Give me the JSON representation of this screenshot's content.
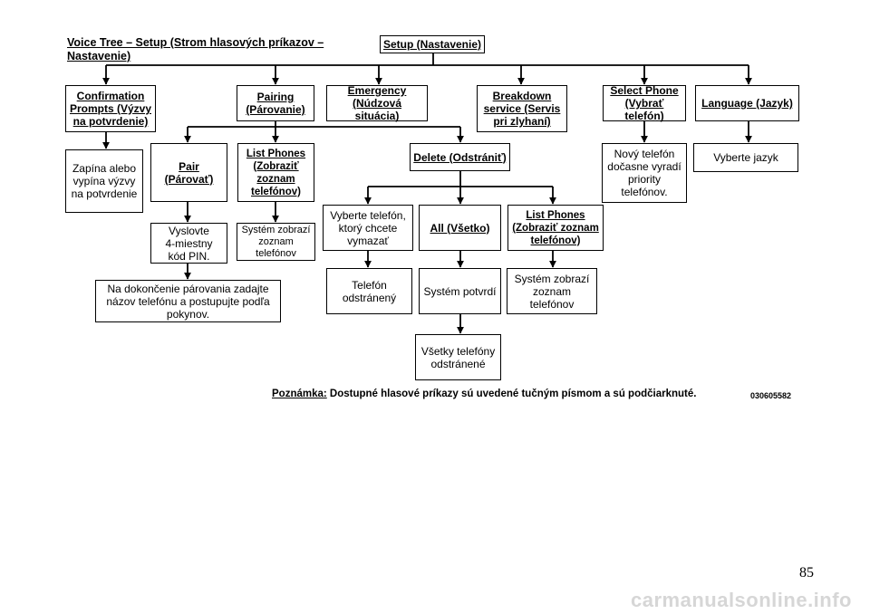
{
  "title": "Voice Tree – Setup (Strom hlasových príkazov –\nNastavenie)",
  "nodes": {
    "setup": "Setup (Nastavenie)",
    "confirmation": "Confirmation\nPrompts (Výzvy\nna potvrdenie)",
    "pairing": "Pairing\n(Párovanie)",
    "emergency": "Emergency\n(Núdzová situácia)",
    "breakdown": "Breakdown\nservice (Servis\npri zlyhaní)",
    "select_phone": "Select Phone\n(Vybrať telefón)",
    "language": "Language (Jazyk)",
    "confirmation_desc": "Zapína alebo\nvypína výzvy\nna potvrdenie",
    "pair": "Pair\n(Párovať)",
    "list_phones": "List Phones\n(Zobraziť\nzoznam\ntelefónov)",
    "delete": "Delete (Odstrániť)",
    "select_phone_desc": "Nový telefón\ndočasne vyradí\npriority\ntelefónov.",
    "language_desc": "Vyberte jazyk",
    "pair_desc": "Vyslovte\n4-miestny\nkód PIN.",
    "list_phones_desc": "Systém zobrazí\nzoznam\ntelefónov",
    "delete_select": "Vyberte telefón,\nktorý chcete\nvymazať",
    "delete_all": "All (Všetko)",
    "delete_list": "List Phones\n(Zobraziť zoznam\ntelefónov)",
    "pair_final": "Na dokončenie párovania zadajte\nnázov telefónu a postupujte podľa\npokynov.",
    "phone_removed": "Telefón\nodstránený",
    "system_confirms": "Systém potvrdí",
    "delete_list_desc": "Systém zobrazí\nzoznam\ntelefónov",
    "all_removed": "Všetky telefóny\nodstránené"
  },
  "note": {
    "label": "Poznámka:",
    "text": "Dostupné hlasové príkazy sú uvedené tučným písmom a sú podčiarknuté."
  },
  "code": "030605582",
  "page_number": "85",
  "watermark": "carmanualsonline.info",
  "colors": {
    "line": "#000000",
    "background": "#ffffff",
    "watermark": "#d6d6d6"
  }
}
